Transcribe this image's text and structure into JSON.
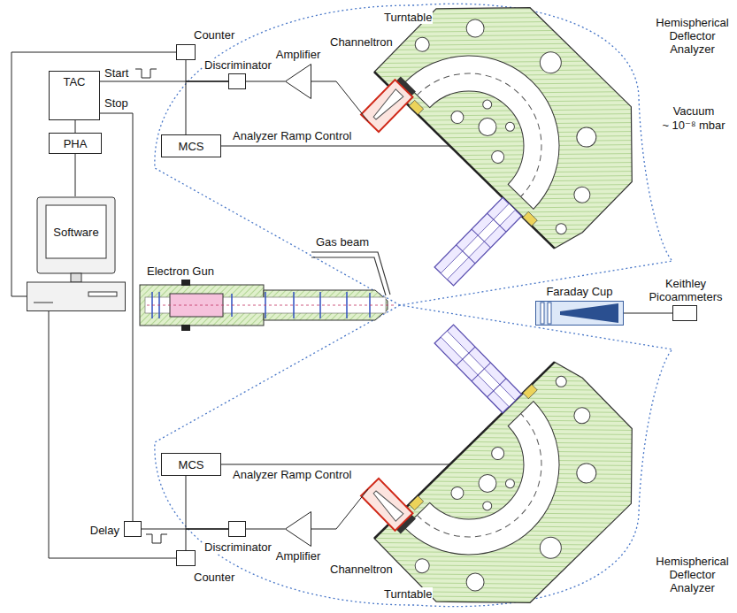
{
  "diagram": {
    "nodes": [
      {
        "text": [
          "Counter"
        ]
      },
      {
        "text": [
          "TAC"
        ]
      },
      {
        "text": [
          "MCS"
        ]
      },
      {
        "text": [
          "Discriminator"
        ]
      },
      {
        "text": [
          "Amplifier"
        ]
      },
      {
        "text": [
          "PHA"
        ]
      },
      {
        "text": [
          "Software"
        ]
      },
      {
        "text": [
          "Faraday Cup"
        ]
      },
      {
        "text": [
          "Keithley Picoammeters"
        ]
      },
      {
        "text": [
          "MCS"
        ]
      },
      {
        "text": [
          "Delay"
        ]
      },
      {
        "text": [
          "Discriminator"
        ]
      },
      {
        "text": [
          "Amplifier"
        ]
      },
      {
        "text": [
          "Counter"
        ]
      }
    ],
    "edges": [
      {
        "from": 3,
        "to": 1,
        "arrow": "none"
      },
      {
        "from": 3,
        "to": 0,
        "arrow": "none"
      },
      {
        "from": 3,
        "to": 2,
        "arrow": "none"
      },
      {
        "from": 4,
        "to": 3,
        "arrow": "none"
      },
      {
        "from": 0,
        "to": 6,
        "arrow": "none"
      },
      {
        "from": 1,
        "to": 5,
        "arrow": "none"
      },
      {
        "from": 5,
        "to": 6,
        "arrow": "none"
      },
      {
        "from": 11,
        "to": 10,
        "arrow": "none"
      },
      {
        "from": 10,
        "to": 1,
        "arrow": "none"
      },
      {
        "from": 11,
        "to": 9,
        "arrow": "none"
      },
      {
        "from": 11,
        "to": 13,
        "arrow": "none"
      },
      {
        "from": 12,
        "to": 11,
        "arrow": "none"
      },
      {
        "from": 13,
        "to": 6,
        "arrow": "none"
      },
      {
        "from": 7,
        "to": 8,
        "arrow": "none"
      }
    ],
    "labels": [
      "Turntable",
      "Hemispherical Deflector Analyzer",
      "Vacuum",
      "~ 10⁻⁸ mbar",
      "Channeltron",
      "Start",
      "Stop",
      "Analyzer Ramp Control",
      "Gas beam",
      "Electron Gun",
      "Channeltron",
      "Analyzer Ramp Control",
      "Hemispherical Deflector Analyzer",
      "Turntable"
    ]
  }
}
